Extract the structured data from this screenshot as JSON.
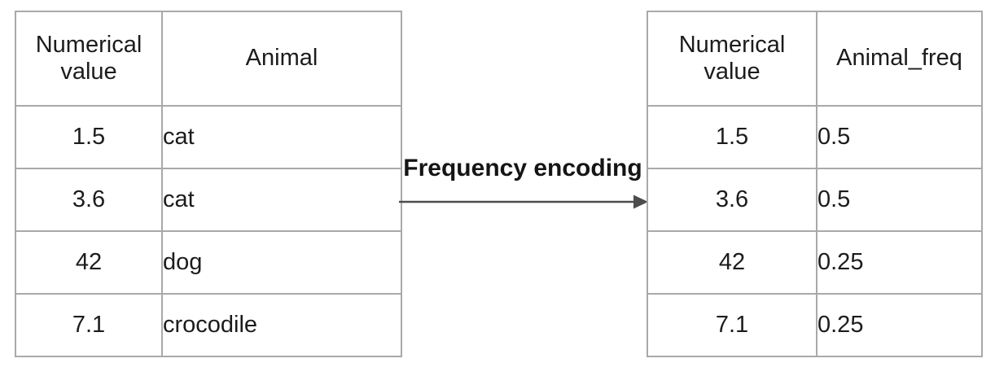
{
  "diagram": {
    "title": "Frequency encoding",
    "arrow_label": "Frequency encoding",
    "colors": {
      "table_border": "#a9a9a9",
      "arrow": "#4d4d4d",
      "text": "#1c1c1c",
      "background": "#ffffff"
    }
  },
  "left_table": {
    "headers": [
      "Numerical value",
      "Animal"
    ],
    "rows": [
      [
        "1.5",
        "cat"
      ],
      [
        "3.6",
        "cat"
      ],
      [
        "42",
        "dog"
      ],
      [
        "7.1",
        "crocodile"
      ]
    ]
  },
  "right_table": {
    "headers": [
      "Numerical value",
      "Animal_freq"
    ],
    "rows": [
      [
        "1.5",
        "0.5"
      ],
      [
        "3.6",
        "0.5"
      ],
      [
        "42",
        "0.25"
      ],
      [
        "7.1",
        "0.25"
      ]
    ]
  }
}
